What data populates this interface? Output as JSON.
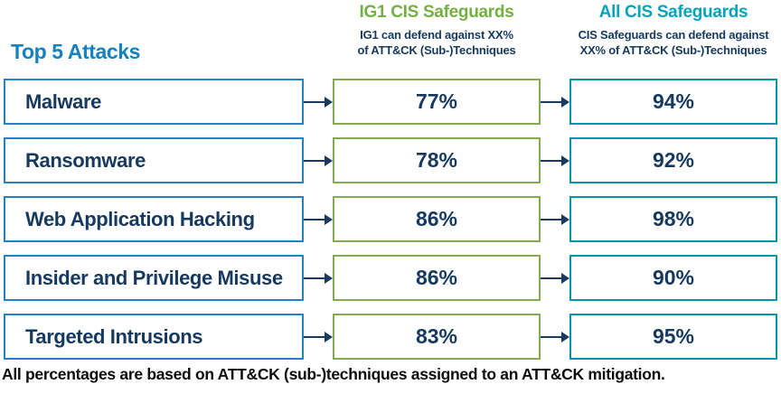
{
  "header": {
    "rows_title": "Top 5 Attacks",
    "columns": [
      {
        "title": "IG1 CIS Safeguards",
        "subtitle_line1": "IG1 can defend against XX%",
        "subtitle_line2": "of ATT&CK (Sub-)Techniques"
      },
      {
        "title": "All CIS Safeguards",
        "subtitle_line1": "CIS Safeguards can defend against",
        "subtitle_line2": "XX% of ATT&CK (Sub-)Techniques"
      }
    ]
  },
  "rows": [
    {
      "attack": "Malware",
      "ig1": "77%",
      "all": "94%"
    },
    {
      "attack": "Ransomware",
      "ig1": "78%",
      "all": "92%"
    },
    {
      "attack": "Web Application Hacking",
      "ig1": "86%",
      "all": "98%"
    },
    {
      "attack": "Insider and Privilege Misuse",
      "ig1": "86%",
      "all": "90%"
    },
    {
      "attack": "Targeted Intrusions",
      "ig1": "83%",
      "all": "95%"
    }
  ],
  "footnote": "All percentages are based on ATT&CK (sub-)techniques assigned to an ATT&CK mitigation.",
  "colors": {
    "navy": "#16395F",
    "arrow": "#1C3A5E",
    "attack_border": "#2483C5",
    "ig1_border": "#84AB4F",
    "all_border": "#0096A8",
    "rows_title": "#1581BE",
    "ig1_title": "#74B043",
    "all_title": "#00A5BC",
    "footnote": "#0D0D0D"
  },
  "chart_data": {
    "type": "table",
    "title": "Top 5 Attacks",
    "categories": [
      "Malware",
      "Ransomware",
      "Web Application Hacking",
      "Insider and Privilege Misuse",
      "Targeted Intrusions"
    ],
    "series": [
      {
        "name": "IG1 CIS Safeguards",
        "values": [
          77,
          78,
          86,
          86,
          83
        ]
      },
      {
        "name": "All CIS Safeguards",
        "values": [
          94,
          92,
          98,
          90,
          95
        ]
      }
    ],
    "unit": "%",
    "footnote": "All percentages are based on ATT&CK (sub-)techniques assigned to an ATT&CK mitigation."
  }
}
